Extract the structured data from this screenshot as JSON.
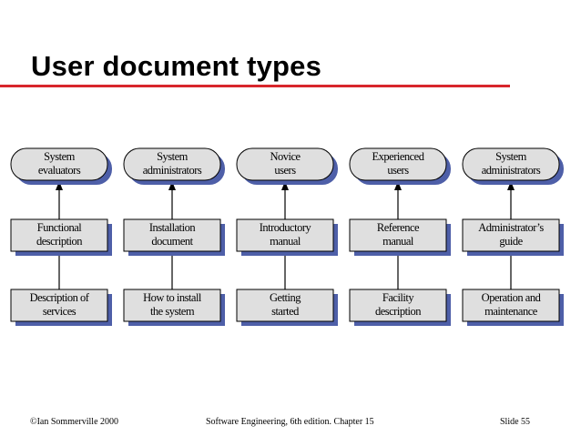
{
  "slide": {
    "title": "User document types",
    "footer_left": "©Ian Sommerville 2000",
    "footer_center": "Software Engineering, 6th edition. Chapter 15",
    "footer_right": "Slide 55"
  },
  "diagram": {
    "colors": {
      "box_fill": "#dfdfdf",
      "shadow": "#4e5fa8",
      "border": "#000000",
      "connector": "#000000"
    },
    "columns": [
      {
        "user": [
          "System",
          "evaluators"
        ],
        "document": [
          "Functional",
          "description"
        ],
        "content": [
          "Description of",
          "services"
        ]
      },
      {
        "user": [
          "System",
          "administrators"
        ],
        "document": [
          "Installation",
          "document"
        ],
        "content": [
          "How to install",
          "the system"
        ]
      },
      {
        "user": [
          "Novice",
          "users"
        ],
        "document": [
          "Introductory",
          "manual"
        ],
        "content": [
          "Getting",
          "started"
        ]
      },
      {
        "user": [
          "Experienced",
          "users"
        ],
        "document": [
          "Reference",
          "manual"
        ],
        "content": [
          "Facility",
          "description"
        ]
      },
      {
        "user": [
          "System",
          "administrators"
        ],
        "document": [
          "Administrator’s",
          "guide"
        ],
        "content": [
          "Operation and",
          "maintenance"
        ]
      }
    ]
  }
}
